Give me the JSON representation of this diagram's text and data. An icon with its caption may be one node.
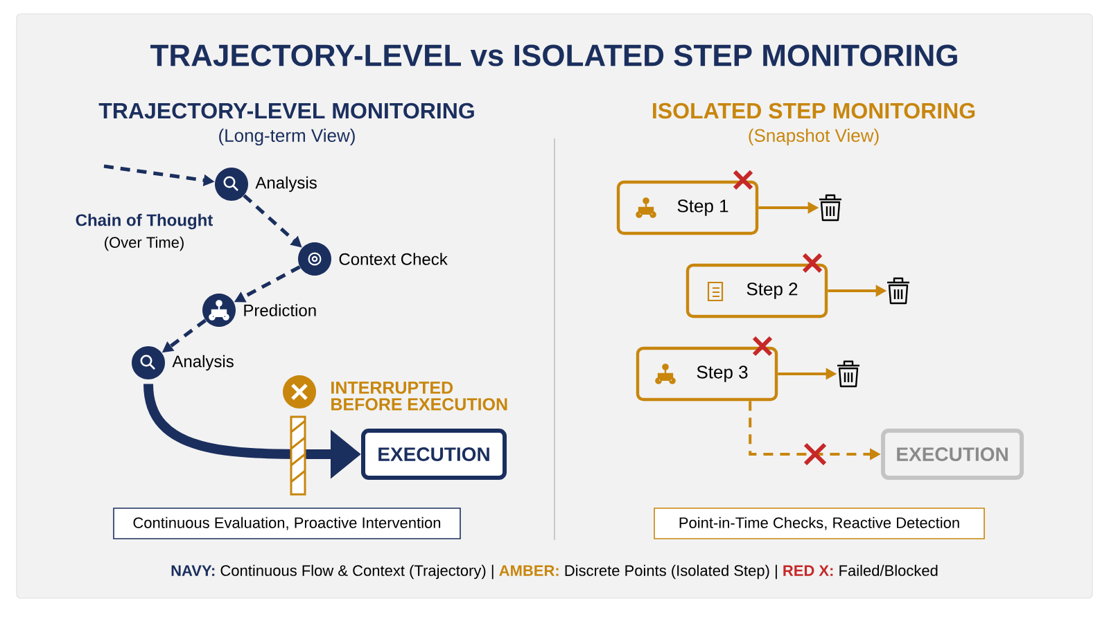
{
  "diagram": {
    "title": "TRAJECTORY-LEVEL vs ISOLATED STEP MONITORING",
    "nodes": [
      {
        "text": [],
        "shape": "circle",
        "beside": [
          "Analysis"
        ]
      },
      {
        "text": [],
        "shape": "circle",
        "beside": [
          "Context Check"
        ]
      },
      {
        "text": [],
        "shape": "circle",
        "beside": [
          "Prediction"
        ]
      },
      {
        "text": [],
        "shape": "circle",
        "beside": [
          "Analysis"
        ]
      },
      {
        "text": [
          "EXECUTION"
        ]
      },
      {
        "text": [
          "Continuous Evaluation, Proactive Intervention"
        ]
      },
      {
        "text": [
          "Step 1"
        ]
      },
      {
        "text": [
          "Step 2"
        ]
      },
      {
        "text": [
          "Step 3"
        ]
      },
      {
        "text": [],
        "shape": "bin"
      },
      {
        "text": [],
        "shape": "bin"
      },
      {
        "text": [],
        "shape": "bin"
      },
      {
        "text": [
          "EXECUTION"
        ]
      },
      {
        "text": [
          "Point-in-Time Checks, Reactive Detection"
        ]
      }
    ],
    "edges": [
      {
        "from": null,
        "to": 0,
        "arrow": "to",
        "style": "dashed"
      },
      {
        "from": 0,
        "to": 1,
        "arrow": "to",
        "style": "dashed"
      },
      {
        "from": 1,
        "to": 2,
        "arrow": "to",
        "style": "dashed"
      },
      {
        "from": 2,
        "to": 3,
        "arrow": "to",
        "style": "dashed"
      },
      {
        "from": 3,
        "to": 4,
        "arrow": "to",
        "style": "thick"
      },
      {
        "from": 6,
        "to": 9,
        "arrow": "to",
        "color": "#c8860d"
      },
      {
        "from": 7,
        "to": 10,
        "arrow": "to",
        "color": "#c8860d"
      },
      {
        "from": 8,
        "to": 11,
        "arrow": "to",
        "color": "#c8860d"
      },
      {
        "from": 8,
        "to": 12,
        "arrow": "to",
        "style": "dashed",
        "color": "#c8860d"
      }
    ],
    "labels": [
      "TRAJECTORY-LEVEL MONITORING",
      "(Long-term View)",
      "ISOLATED STEP MONITORING",
      "(Snapshot View)",
      "Chain of Thought",
      "(Over Time)",
      "INTERRUPTED BEFORE EXECUTION",
      "NAVY:",
      "Continuous Flow & Context (Trajectory)",
      "|",
      "AMBER:",
      "Discrete Points (Isolated Step)",
      "|",
      "RED X:",
      "Failed/Blocked"
    ]
  }
}
